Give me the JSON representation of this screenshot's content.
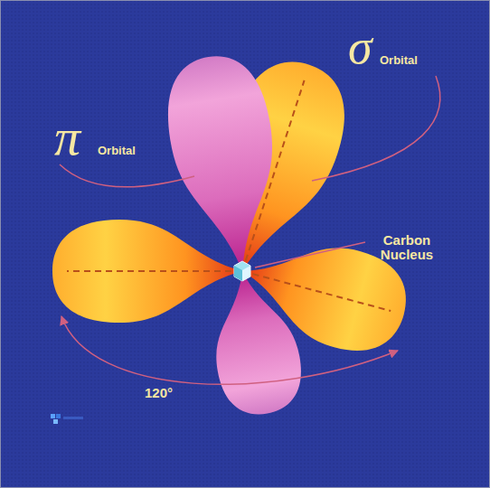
{
  "diagram": {
    "labels": [
      "π",
      "Orbital",
      "σ",
      "Orbital",
      "Carbon Nucleus",
      "120°"
    ]
  }
}
